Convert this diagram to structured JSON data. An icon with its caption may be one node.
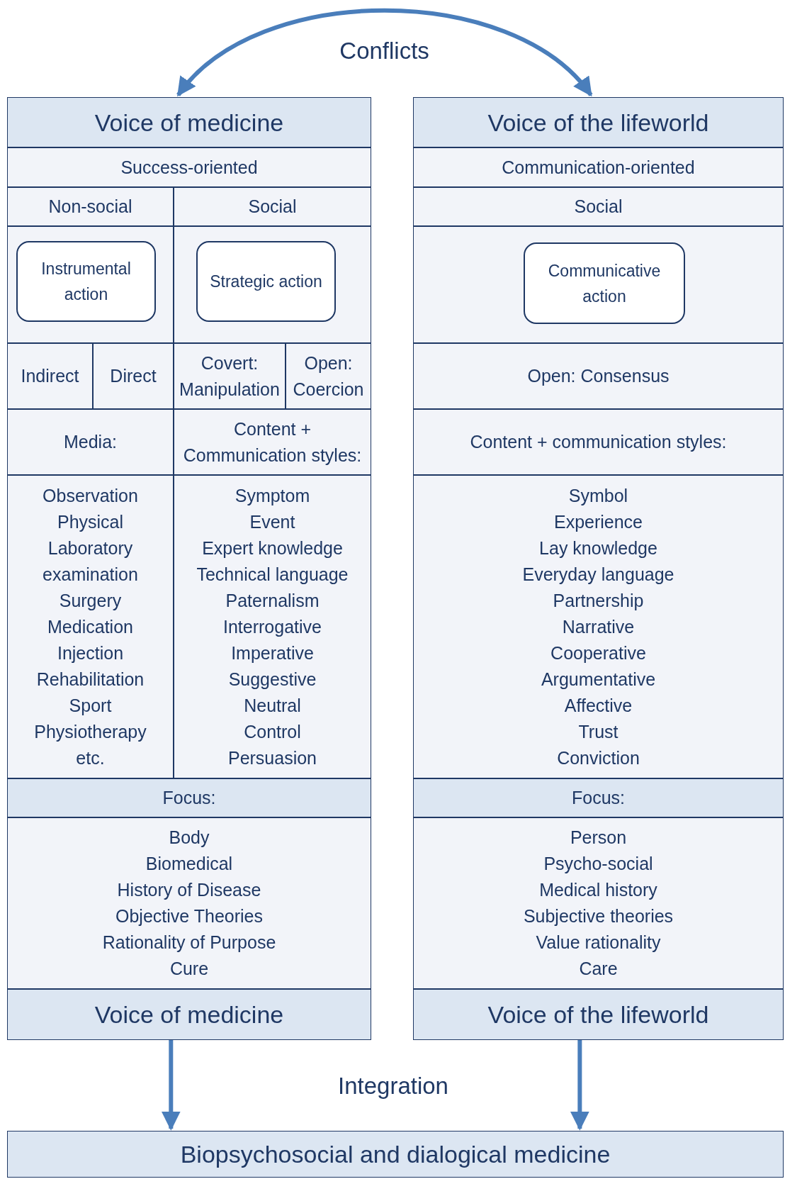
{
  "diagram": {
    "nodes": [
      {
        "text": [
          "Voice of medicine"
        ]
      },
      {
        "text": [
          "Success-oriented"
        ]
      },
      {
        "text": [
          "Non-social"
        ]
      },
      {
        "text": [
          "Social"
        ]
      },
      {
        "text": [
          "Instrumental action"
        ]
      },
      {
        "text": [
          "Strategic action"
        ]
      },
      {
        "text": [
          "Indirect"
        ]
      },
      {
        "text": [
          "Direct"
        ]
      },
      {
        "text": [
          "Covert: Manipulation"
        ]
      },
      {
        "text": [
          "Open: Coercion"
        ]
      },
      {
        "text": [
          "Media:"
        ]
      },
      {
        "text": [
          "Content + Communication styles:"
        ]
      },
      {
        "text": [
          "Observation",
          "Physical",
          "Laboratory",
          "examination",
          "Surgery",
          "Medication",
          "Injection",
          "Rehabilitation",
          "Sport",
          "Physiotherapy",
          "etc."
        ]
      },
      {
        "text": [
          "Symptom",
          "Event",
          "Expert knowledge",
          "Technical language",
          "Paternalism",
          "Interrogative",
          "Imperative",
          "Suggestive",
          "Neutral",
          "Control",
          "Persuasion"
        ]
      },
      {
        "text": [
          "Focus:"
        ]
      },
      {
        "text": [
          "Body",
          "Biomedical",
          "History of Disease",
          "Objective Theories",
          "Rationality of Purpose",
          "Cure"
        ]
      },
      {
        "text": [
          "Voice of medicine"
        ]
      },
      {
        "text": [
          "Voice of the lifeworld"
        ]
      },
      {
        "text": [
          "Communication-oriented"
        ]
      },
      {
        "text": [
          "Social"
        ]
      },
      {
        "text": [
          "Communicative action"
        ]
      },
      {
        "text": [
          "Open: Consensus"
        ]
      },
      {
        "text": [
          "Content + communication styles:"
        ]
      },
      {
        "text": [
          "Symbol",
          "Experience",
          "Lay knowledge",
          "Everyday language",
          "Partnership",
          "Narrative",
          "Cooperative",
          "Argumentative",
          "Affective",
          "Trust",
          "Conviction"
        ]
      },
      {
        "text": [
          "Focus:"
        ]
      },
      {
        "text": [
          "Person",
          "Psycho-social",
          "Medical history",
          "Subjective theories",
          "Value rationality",
          "Care"
        ]
      },
      {
        "text": [
          "Voice of the lifeworld"
        ]
      },
      {
        "text": [
          "Biopsychosocial and dialogical medicine"
        ]
      }
    ],
    "edges": [
      {
        "from": 0,
        "to": 17,
        "arrow": "both",
        "label": "Conflicts"
      },
      {
        "from": 16,
        "to": 27,
        "arrow": "to"
      },
      {
        "from": 26,
        "to": 27,
        "arrow": "to"
      }
    ],
    "labels": [
      "Integration"
    ]
  }
}
